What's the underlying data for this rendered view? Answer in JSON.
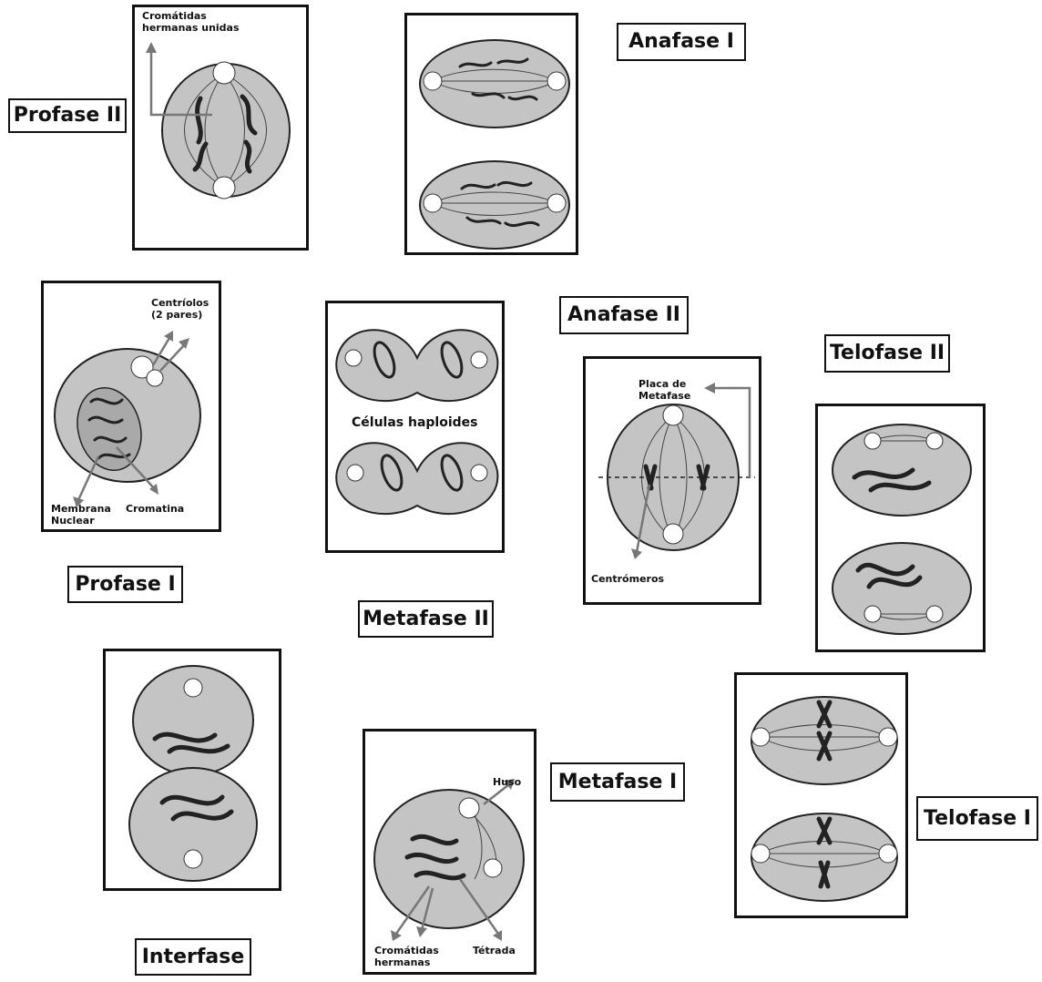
{
  "stages": {
    "profase_ii": "Profase II",
    "anafase_i": "Anafase I",
    "anafase_ii": "Anafase II",
    "telofase_ii": "Telofase II",
    "profase_i": "Profase I",
    "metafase_ii": "Metafase II",
    "interfase": "Interfase",
    "metafase_i": "Metafase I",
    "telofase_i": "Telofase  I"
  },
  "annotations": {
    "cromatidas_unidas": [
      "Cromátidas",
      "hermanas unidas"
    ],
    "centriolos": [
      "Centríolos",
      "(2 pares)"
    ],
    "membrana_nuclear": [
      "Membrana",
      "Nuclear"
    ],
    "cromatina": "Cromatina",
    "celulas_haploides": "Células haploides",
    "placa_metafase": [
      "Placa de",
      "Metafase"
    ],
    "centromeros": "Centrómeros",
    "huso": "Huso",
    "cromatidas_hermanas": [
      "Cromátidas",
      "hermanas"
    ],
    "tetrada": "Tétrada"
  }
}
